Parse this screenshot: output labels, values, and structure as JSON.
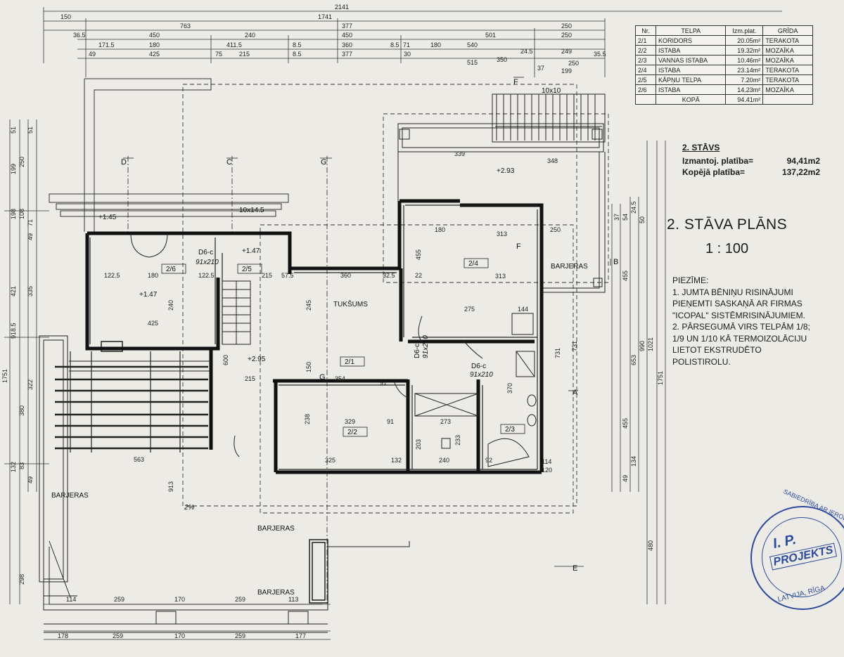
{
  "schedule": {
    "headers": [
      "Nr.",
      "TELPA",
      "Izm.plat.",
      "GRĪDA"
    ],
    "rows": [
      {
        "nr": "2/1",
        "room": "KORIDORS",
        "area": "20.05m²",
        "floor": "TERAKOTA"
      },
      {
        "nr": "2/2",
        "room": "ISTABA",
        "area": "19.32m²",
        "floor": "MOZAĪKA"
      },
      {
        "nr": "2/3",
        "room": "VANNAS ISTABA",
        "area": "10.46m²",
        "floor": "MOZAĪKA"
      },
      {
        "nr": "2/4",
        "room": "ISTABA",
        "area": "23.14m²",
        "floor": "TERAKOTA"
      },
      {
        "nr": "2/5",
        "room": "KĀPŅU TELPA",
        "area": "7.20m²",
        "floor": "TERAKOTA"
      },
      {
        "nr": "2/6",
        "room": "ISTABA",
        "area": "14.23m²",
        "floor": "MOZAĪKA"
      }
    ],
    "total_label": "KOPĀ",
    "total_area": "94.41m²"
  },
  "floor_info": {
    "title": "2. STĀVS",
    "used_area_label": "Izmantoj. platība=",
    "used_area_value": "94,41m2",
    "total_area_label": "Kopējā platība=",
    "total_area_value": "137,22m2"
  },
  "plan_title": "2. STĀVA PLĀNS",
  "plan_scale": "1 : 100",
  "notes": {
    "heading": "PIEZĪME:",
    "items": [
      "1. JUMTA BĒNIŅU RISINĀJUMI PIEŅEMTI SASKAŅĀ AR FIRMAS \"ICOPAL\" SISTĒMRISINĀJUMIEM.",
      "2. PĀRSEGUMĀ VIRS TELPĀM 1/8; 1/9 UN 1/10 KĀ TERMOIZOLĀCIJU LIETOT EKSTRUDĒTO POLISTIROLU."
    ]
  },
  "stamp": {
    "ring_text": "SABIEDRĪBA AR IEROBEŽOTU ATBILDĪBU",
    "logo_top": "I. P.",
    "logo_bottom": "PROJEKTS",
    "city": "LATVIJA, RĪGA"
  },
  "plan": {
    "axes": [
      "D",
      "C",
      "G",
      "F",
      "B",
      "A",
      "E",
      "G",
      "F"
    ],
    "rooms": [
      {
        "id": "2/6",
        "level": "+1.47"
      },
      {
        "id": "2/5",
        "level": "+1.47"
      },
      {
        "id": "2/4",
        "level": "+2.93"
      },
      {
        "id": "2/1",
        "level": "+2.95"
      },
      {
        "id": "2/2",
        "level": ""
      },
      {
        "id": "2/3",
        "level": ""
      }
    ],
    "labels": {
      "void": "TUKŠUMS",
      "barrier_1": "BARJERAS",
      "barrier_2": "BARJERAS",
      "barrier_3": "BARJERAS",
      "barrier_4": "BARJERAS",
      "level_1": "+1.45",
      "door_d6c_1": "D6-c",
      "door_d6c_1_size": "91x210",
      "door_d6c_2": "D6-c",
      "door_d6c_2_size": "91x210",
      "door_d6c_3": "D6-c",
      "door_d6c_3_size": "91x210",
      "window_10x14": "10x14.5",
      "window_10x10": "10x10",
      "slope": "2%"
    },
    "top_dims": {
      "row1": [
        "2141"
      ],
      "row2": [
        "150",
        "1741"
      ],
      "row3": [
        "763",
        "377",
        "250"
      ],
      "row4": [
        "36.5",
        "450",
        "240",
        "450",
        "501",
        "250"
      ],
      "row5": [
        "171.5",
        "180",
        "411.5",
        "8.5",
        "360",
        "8.5",
        "71",
        "180",
        "540",
        "24.5",
        "249",
        "35.5"
      ],
      "row6": [
        "49",
        "425",
        "75",
        "215",
        "8.5",
        "377",
        "30",
        "515",
        "350",
        "37",
        "199",
        "250"
      ]
    },
    "inner_dims": [
      "122.5",
      "180",
      "122.5",
      "215",
      "57.5",
      "360",
      "32.5",
      "22",
      "313",
      "425",
      "275",
      "144",
      "240",
      "245",
      "215",
      "354",
      "91",
      "329",
      "91",
      "273",
      "325",
      "132",
      "240",
      "92",
      "563",
      "913",
      "339",
      "348",
      "313",
      "180",
      "250",
      "600",
      "150",
      "238",
      "203",
      "233",
      "370",
      "455",
      "731",
      "114",
      "120"
    ],
    "bottom_dims": [
      "114",
      "259",
      "170",
      "259",
      "113",
      "178",
      "259",
      "170",
      "259",
      "177"
    ],
    "left_dims": [
      "51",
      "51",
      "199",
      "250",
      "198",
      "108",
      "71",
      "49",
      "421",
      "335",
      "918.5",
      "1751",
      "322",
      "380",
      "132",
      "83",
      "49",
      "298"
    ],
    "right_dims": [
      "37",
      "54",
      "24.5",
      "50",
      "455",
      "731",
      "990",
      "1021",
      "1751",
      "653",
      "455",
      "134",
      "49",
      "480"
    ]
  }
}
